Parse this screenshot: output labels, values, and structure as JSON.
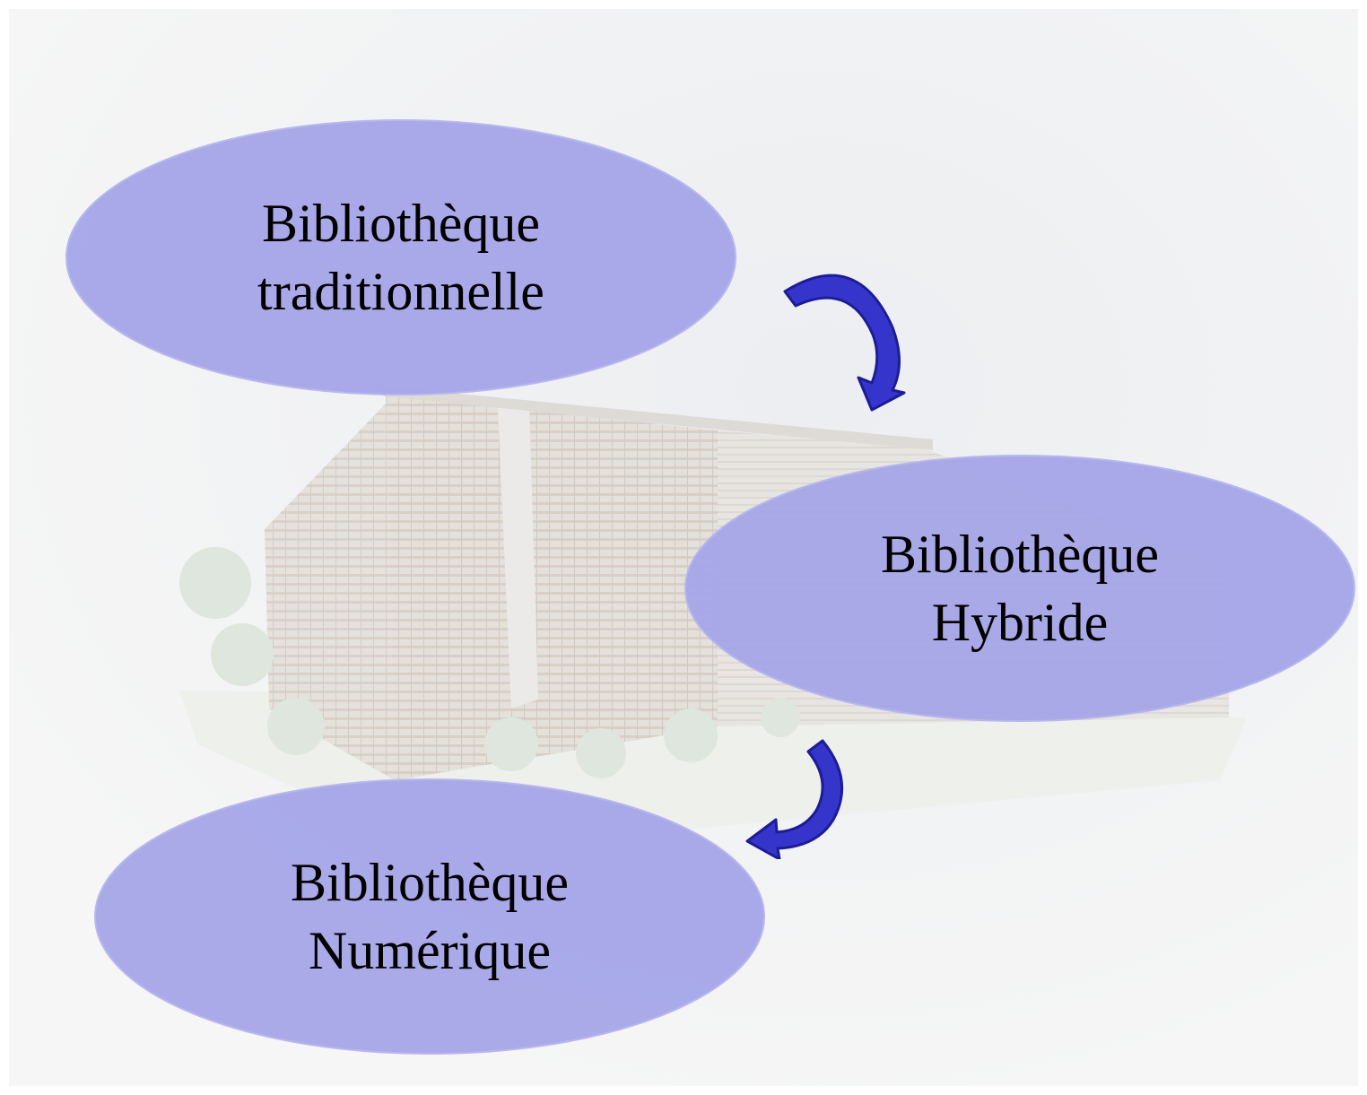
{
  "diagram": {
    "nodes": [
      {
        "id": "traditional",
        "lines": [
          "Bibliothèque",
          "traditionnelle"
        ]
      },
      {
        "id": "hybrid",
        "lines": [
          "Bibliothèque",
          "Hybride"
        ]
      },
      {
        "id": "digital",
        "lines": [
          "Bibliothèque",
          "Numérique"
        ]
      }
    ],
    "edges": [
      {
        "from": "traditional",
        "to": "hybrid"
      },
      {
        "from": "hybrid",
        "to": "digital"
      }
    ]
  },
  "colors": {
    "node_fill": "#a6a6e9",
    "arrow_fill": "#3535cc",
    "arrow_stroke": "#1c1c96",
    "background": "#f6f6f6"
  },
  "icons": {
    "backdrop": "faded-library-building-image",
    "arrows": "curved-arrow-icon"
  }
}
